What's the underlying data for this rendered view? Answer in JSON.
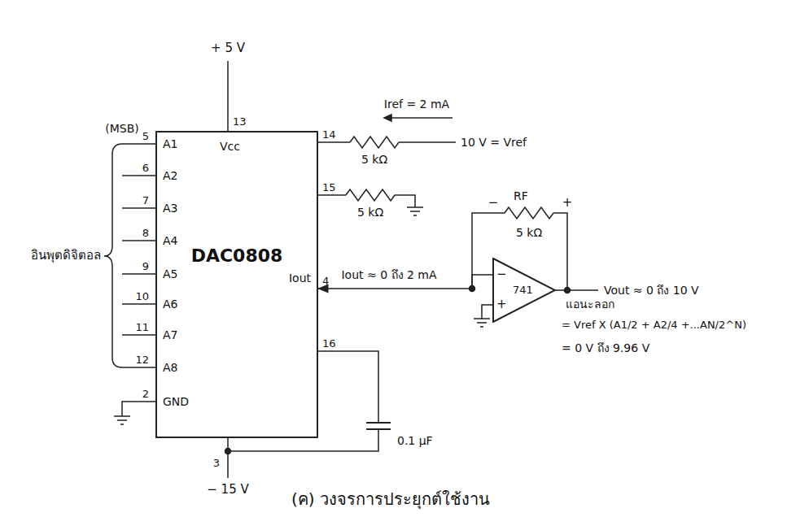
{
  "diagram": {
    "caption": "(ค) วงจรการประยุกต์ใช้งาน",
    "nodes": [
      {
        "text": [
          "DAC0808",
          "Vcc",
          "A1",
          "A2",
          "A3",
          "A4",
          "A5",
          "A6",
          "A7",
          "A8",
          "GND",
          "Iout"
        ]
      },
      {
        "text": [
          "−",
          "+",
          "741"
        ]
      }
    ],
    "edges": [
      {
        "from": 1,
        "to": 0,
        "arrow": "to"
      }
    ],
    "labels": [
      "+ 5 V",
      "13",
      "(MSB)",
      "5",
      "6",
      "7",
      "8",
      "9",
      "10",
      "11",
      "12",
      "2",
      "อินพุตดิจิตอล",
      "14",
      "Iref = 2 mA",
      "5 kΩ",
      "10 V = Vref",
      "15",
      "5 kΩ",
      "RF",
      "−",
      "5 kΩ",
      "+",
      "Iout ≈ 0 ถึง 2 mA",
      "4",
      "Vout ≈ 0 ถึง 10 V",
      "แอนะลอก",
      "= Vref X (A1/2 + A2/4 +...AN/2^N)",
      "= 0 V ถึง 9.96 V",
      "16",
      "0.1 μF",
      "3",
      "− 15 V"
    ]
  }
}
